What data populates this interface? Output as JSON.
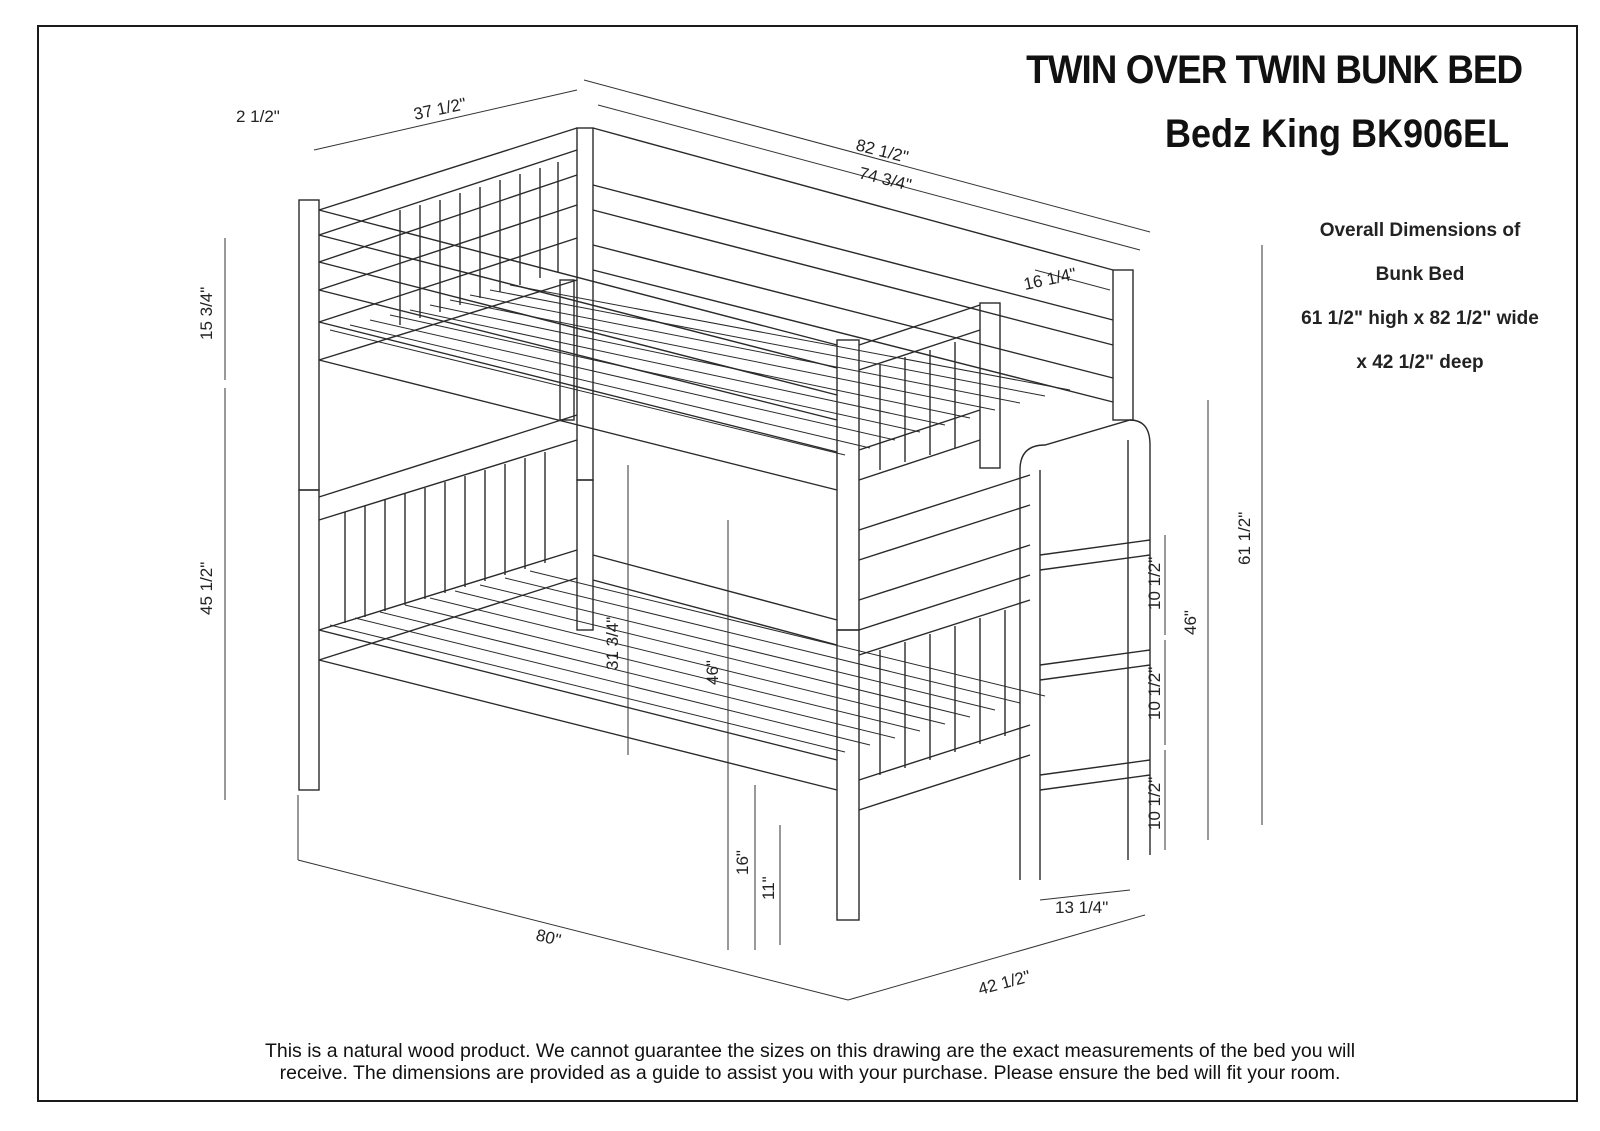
{
  "header": {
    "title": "TWIN OVER TWIN BUNK BED",
    "subtitle": "Bedz King BK906EL"
  },
  "overall_dimensions": {
    "heading": "Overall Dimensions of",
    "heading2": "Bunk Bed",
    "line1": "61 1/2\" high x 82 1/2\" wide",
    "line2": "x 42 1/2\" deep"
  },
  "dimensions": {
    "post_width": "2 1/2\"",
    "top_depth": "37 1/2\"",
    "overall_length": "82 1/2\"",
    "inner_length": "74 3/4\"",
    "rail_gap": "16 1/4\"",
    "top_rail_height": "15 3/4\"",
    "lower_height": "45 1/2\"",
    "total_height": "61 1/2\"",
    "ladder_height": "46\"",
    "step1": "10 1/2\"",
    "step2": "10 1/2\"",
    "step3": "10 1/2\"",
    "clearance": "31 3/4\"",
    "post_height": "46\"",
    "floor_to_top": "16\"",
    "floor_clearance": "11\"",
    "ladder_depth": "13 1/4\"",
    "base_length": "80\"",
    "base_depth": "42 1/2\""
  },
  "footer": {
    "disclaimer_line1": "This is a natural wood product. We cannot guarantee the sizes on this drawing are the exact measurements of the bed you will",
    "disclaimer_line2": "receive. The dimensions are provided as a guide to assist you with your purchase. Please ensure the bed will fit your room."
  }
}
